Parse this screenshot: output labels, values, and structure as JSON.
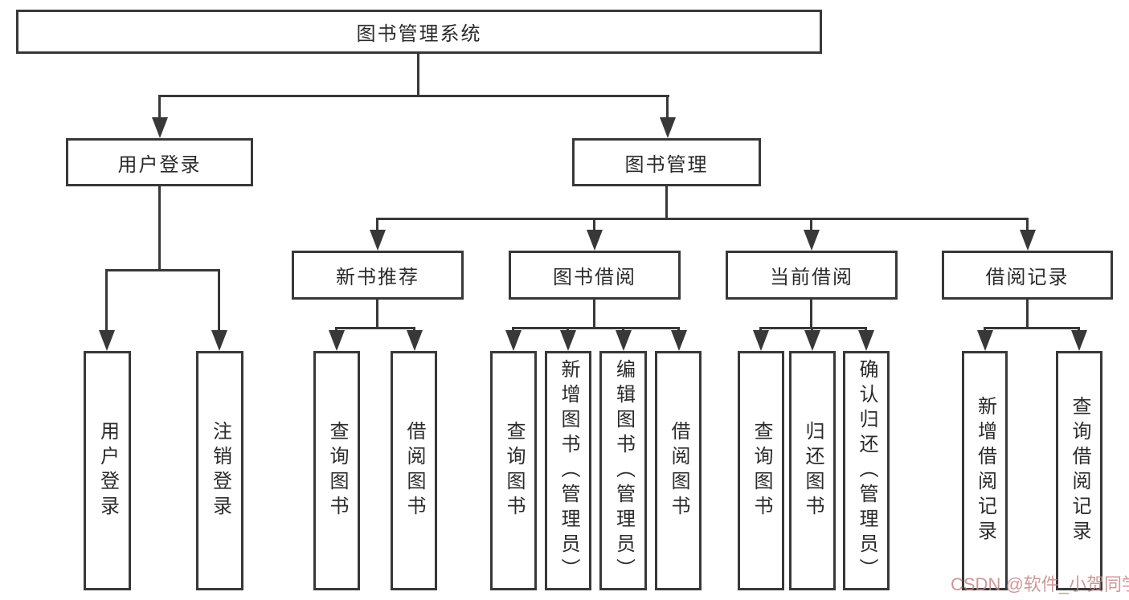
{
  "colors": {
    "line": "#383838",
    "text": "#2b2b2b",
    "watermark": "#c58686",
    "background": "#ffffff"
  },
  "watermark": {
    "text": "CSDN @软件_小贺同学"
  },
  "diagram": {
    "root": {
      "label": "图书管理系统"
    },
    "level2": [
      {
        "label": "用户登录"
      },
      {
        "label": "图书管理"
      }
    ],
    "level3": [
      {
        "label": "新书推荐"
      },
      {
        "label": "图书借阅"
      },
      {
        "label": "当前借阅"
      },
      {
        "label": "借阅记录"
      }
    ],
    "leaves": {
      "user_login_children": [
        "用户登录",
        "注销登录"
      ],
      "new_book_children": [
        "查询图书",
        "借阅图书"
      ],
      "borrow_children": [
        "查询图书",
        "新增图书（管理员）",
        "编辑图书（管理员）",
        "借阅图书"
      ],
      "current_children": [
        "查询图书",
        "归还图书",
        "确认归还（管理员）"
      ],
      "record_children": [
        "新增借阅记录",
        "查询借阅记录"
      ]
    }
  }
}
